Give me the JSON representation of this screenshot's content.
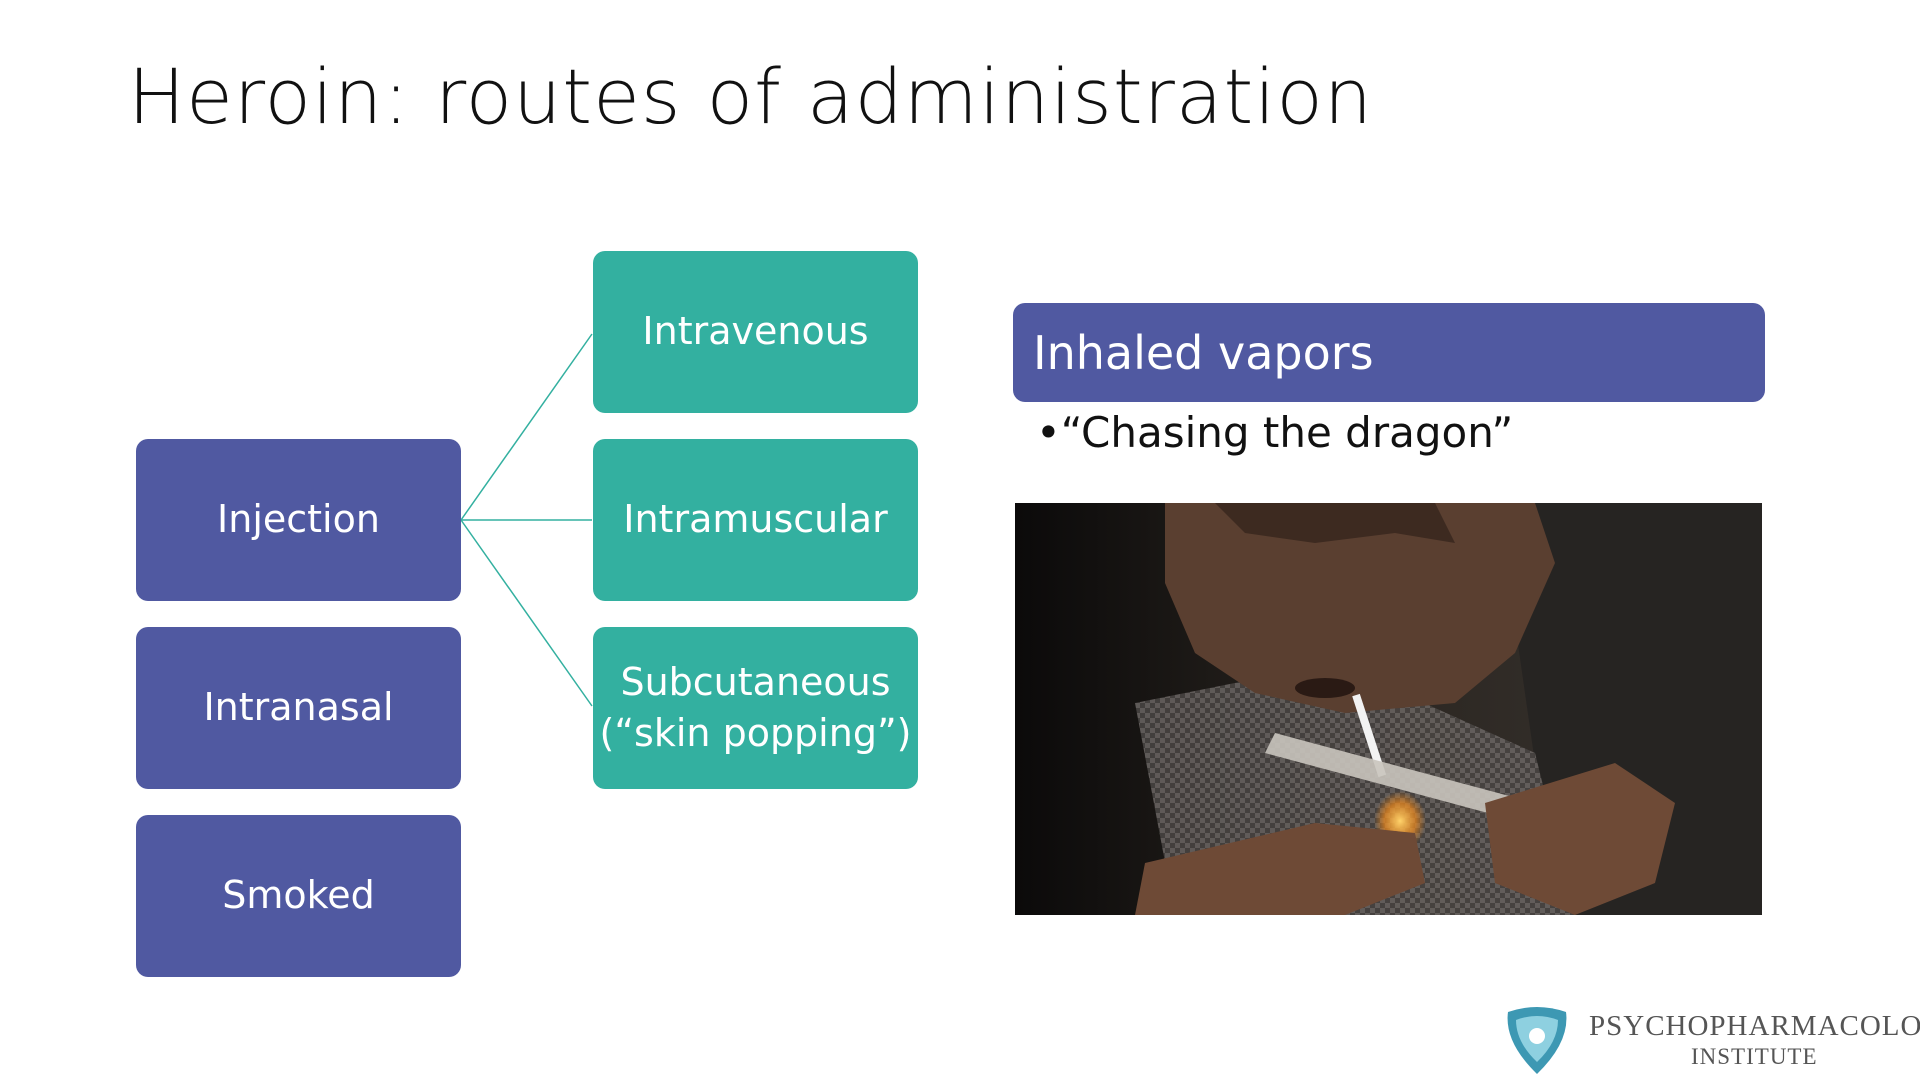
{
  "slide": {
    "title": "Heroin: routes of administration"
  },
  "routes": {
    "left": [
      "Injection",
      "Intranasal",
      "Smoked"
    ],
    "injection_types": [
      "Intravenous",
      "Intramuscular",
      "Subcutaneous (“skin popping”)"
    ]
  },
  "inhaled": {
    "header": "Inhaled vapors",
    "bullet": "“Chasing the dragon”"
  },
  "logo": {
    "line1": "PSYCHOPHARMACOLOGY",
    "line2": "INSTITUTE",
    "icon": "shield-icon"
  },
  "colors": {
    "purple": "#5059a1",
    "teal": "#33b0a0"
  }
}
